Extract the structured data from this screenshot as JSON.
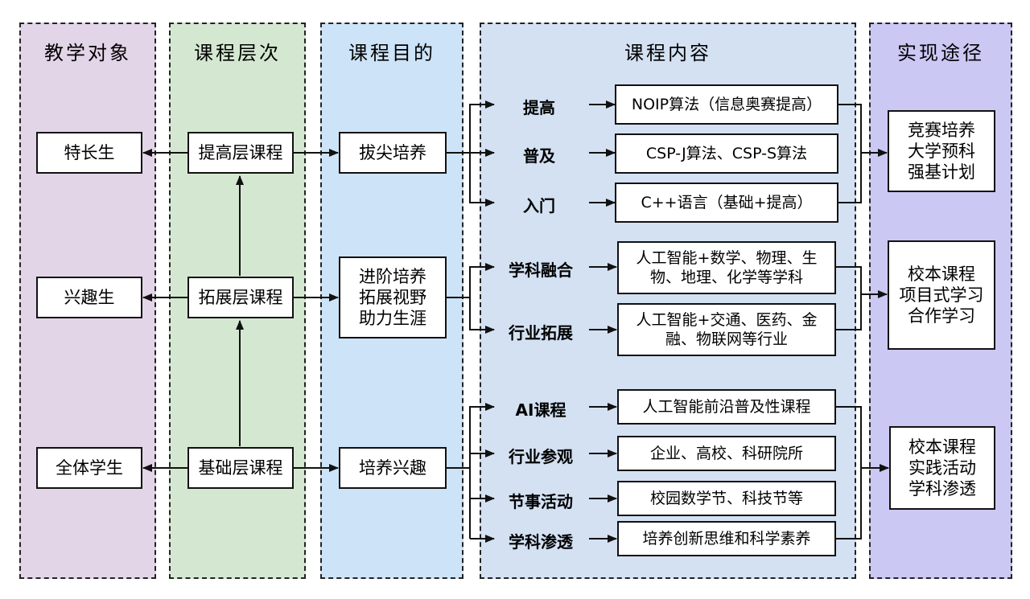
{
  "columns": {
    "objects": "教学对象",
    "levels": "课程层次",
    "goals": "课程目的",
    "content": "课程内容",
    "paths": "实现途径"
  },
  "students": {
    "special": "特长生",
    "interest": "兴趣生",
    "all": "全体学生"
  },
  "levels": {
    "advanced": "提高层课程",
    "extended": "拓展层课程",
    "basic": "基础层课程"
  },
  "goals": {
    "top": "拔尖培养",
    "mid": "进阶培养\n拓展视野\n助力生涯",
    "base": "培养兴趣"
  },
  "content": {
    "labels": [
      "提高",
      "普及",
      "入门",
      "学科融合",
      "行业拓展",
      "AI课程",
      "行业参观",
      "节事活动",
      "学科渗透"
    ],
    "items": [
      "NOIP算法（信息奥赛提高）",
      "CSP-J算法、CSP-S算法",
      "C++语言（基础+提高）",
      "人工智能+数学、物理、生\n物、地理、化学等学科",
      "人工智能+交通、医药、金\n融、物联网等行业",
      "人工智能前沿普及性课程",
      "企业、高校、科研院所",
      "校园数学节、科技节等",
      "培养创新思维和科学素养"
    ]
  },
  "paths": {
    "competition": "竞赛培养\n大学预科\n强基计划",
    "school_project": "校本课程\n项目式学习\n合作学习",
    "school_practice": "校本课程\n实践活动\n学科渗透"
  },
  "colors": {
    "objects": "#e3d5e8",
    "levels": "#d4e8d1",
    "goals": "#cde3f7",
    "content": "#d3e1f2",
    "paths": "#cbc8f4"
  }
}
